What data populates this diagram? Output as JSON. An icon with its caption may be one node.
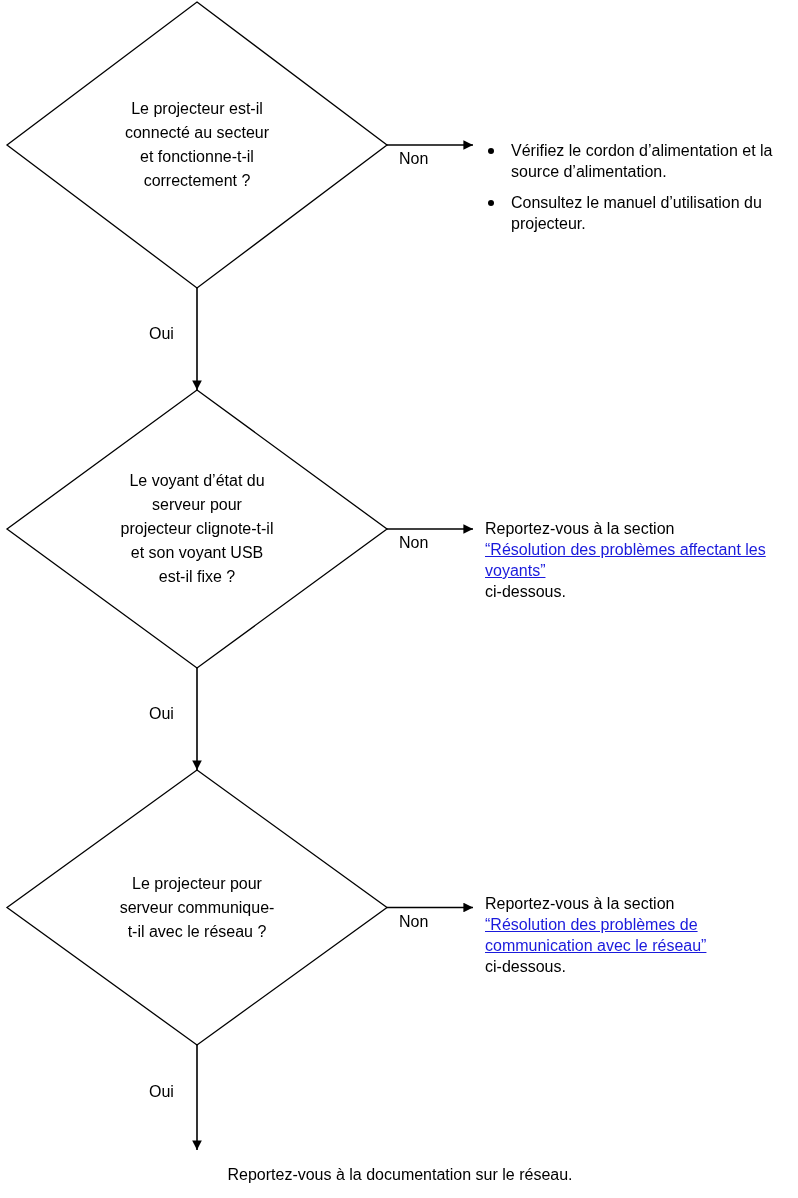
{
  "diagram": {
    "nodes": [
      {
        "text": [
          "Le projecteur est-il connecté au secteur et fonctionne-t-il correctement ?"
        ]
      },
      {
        "text": [
          "Vérifiez le cordon d’alimentation et la source d’alimentation.",
          "Consultez le manuel d’utilisation du projecteur."
        ]
      },
      {
        "text": [
          "Le voyant d’état du serveur pour projecteur clignote-t-il et son voyant USB est-il fixe ?"
        ]
      },
      {
        "text": [
          "Reportez-vous à la section",
          "“Résolution des problèmes affectant les voyants”",
          "ci-dessous."
        ]
      },
      {
        "text": [
          "Le projecteur pour serveur communique-t-il avec le réseau ?"
        ]
      },
      {
        "text": [
          "Reportez-vous à la section",
          "“Résolution des problèmes de communication avec le réseau”",
          "ci-dessous."
        ]
      },
      {
        "text": [
          "Reportez-vous à la documentation sur le réseau."
        ]
      }
    ],
    "edges": [
      {
        "from": 0,
        "to": 1,
        "arrow": "to",
        "label": "Non"
      },
      {
        "from": 0,
        "to": 2,
        "arrow": "to",
        "label": "Oui"
      },
      {
        "from": 2,
        "to": 3,
        "arrow": "to",
        "label": "Non"
      },
      {
        "from": 2,
        "to": 4,
        "arrow": "to",
        "label": "Oui"
      },
      {
        "from": 4,
        "to": 5,
        "arrow": "to",
        "label": "Non"
      },
      {
        "from": 4,
        "to": 6,
        "arrow": "to",
        "label": "Oui"
      }
    ]
  }
}
